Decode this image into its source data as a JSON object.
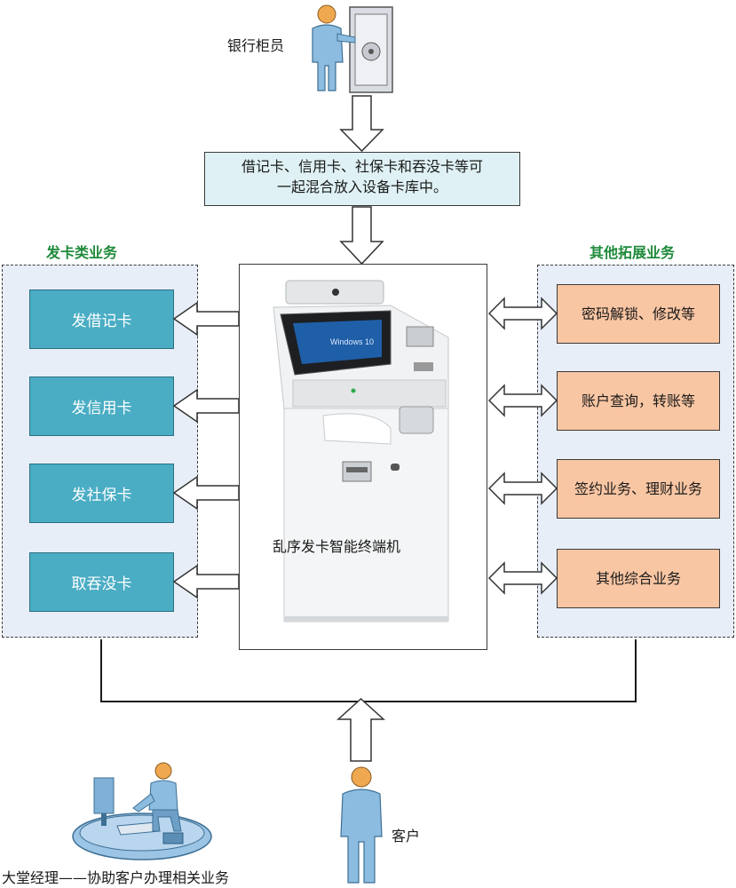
{
  "top": {
    "teller_label": "银行柜员",
    "info_text_line1": "借记卡、信用卡、社保卡和吞没卡等可",
    "info_text_line2": "一起混合放入设备卡库中。"
  },
  "left_panel": {
    "title": "发卡类业务",
    "items": [
      "发借记卡",
      "发信用卡",
      "发社保卡",
      "取吞没卡"
    ]
  },
  "right_panel": {
    "title": "其他拓展业务",
    "items": [
      "密码解锁、修改等",
      "账户查询，转账等",
      "签约业务、理财业务",
      "其他综合业务"
    ]
  },
  "terminal": {
    "label": "乱序发卡智能终端机",
    "screen_text": "Windows 10"
  },
  "bottom": {
    "manager_label": "大堂经理——协助客户办理相关业务",
    "customer_label": "客户"
  },
  "colors": {
    "teal": "#4aadc4",
    "orange": "#f9c6a3",
    "panel_bg": "#e8eef8",
    "heading_green": "#1e8a3a",
    "arrow_fill": "#ffffff",
    "person_blue": "#8cbde0",
    "person_skin": "#f0a850"
  }
}
